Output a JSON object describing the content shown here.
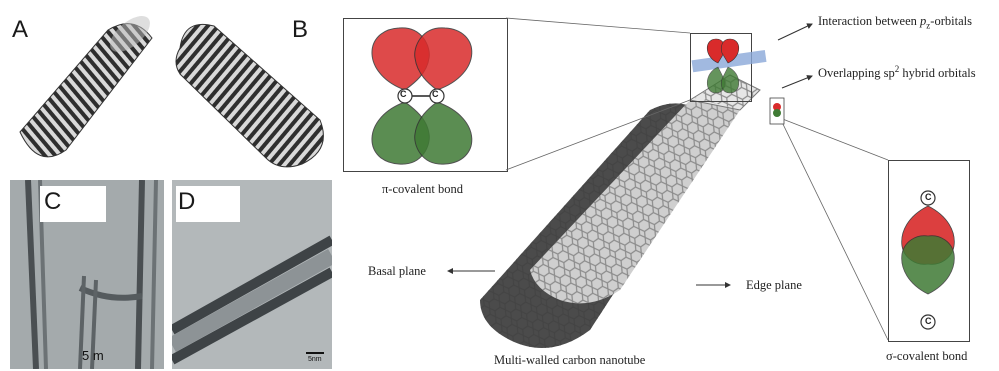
{
  "panels": {
    "a": "A",
    "b": "B",
    "c": "C",
    "d": "D"
  },
  "scale_bars": {
    "c": "5 m",
    "d": "5nm"
  },
  "labels": {
    "pi_bond": "π-covalent bond",
    "sigma_bond": "σ-covalent bond",
    "pz_interaction_prefix": "Interaction between ",
    "pz_p": "p",
    "pz_sub": "z",
    "pz_suffix": "-orbitals",
    "sp2_prefix": "Overlapping sp",
    "sp2_sup": "2",
    "sp2_suffix": " hybrid orbitals",
    "basal_plane": "Basal plane",
    "edge_plane": "Edge plane",
    "mwcnt": "Multi-walled carbon nanotube",
    "carbon_atom": "C"
  },
  "colors": {
    "orbital_red": "#d92b2b",
    "orbital_green": "#3f7a34",
    "tube_dark": "#3b3b3b",
    "tem_bg": "#9aa0a2"
  }
}
